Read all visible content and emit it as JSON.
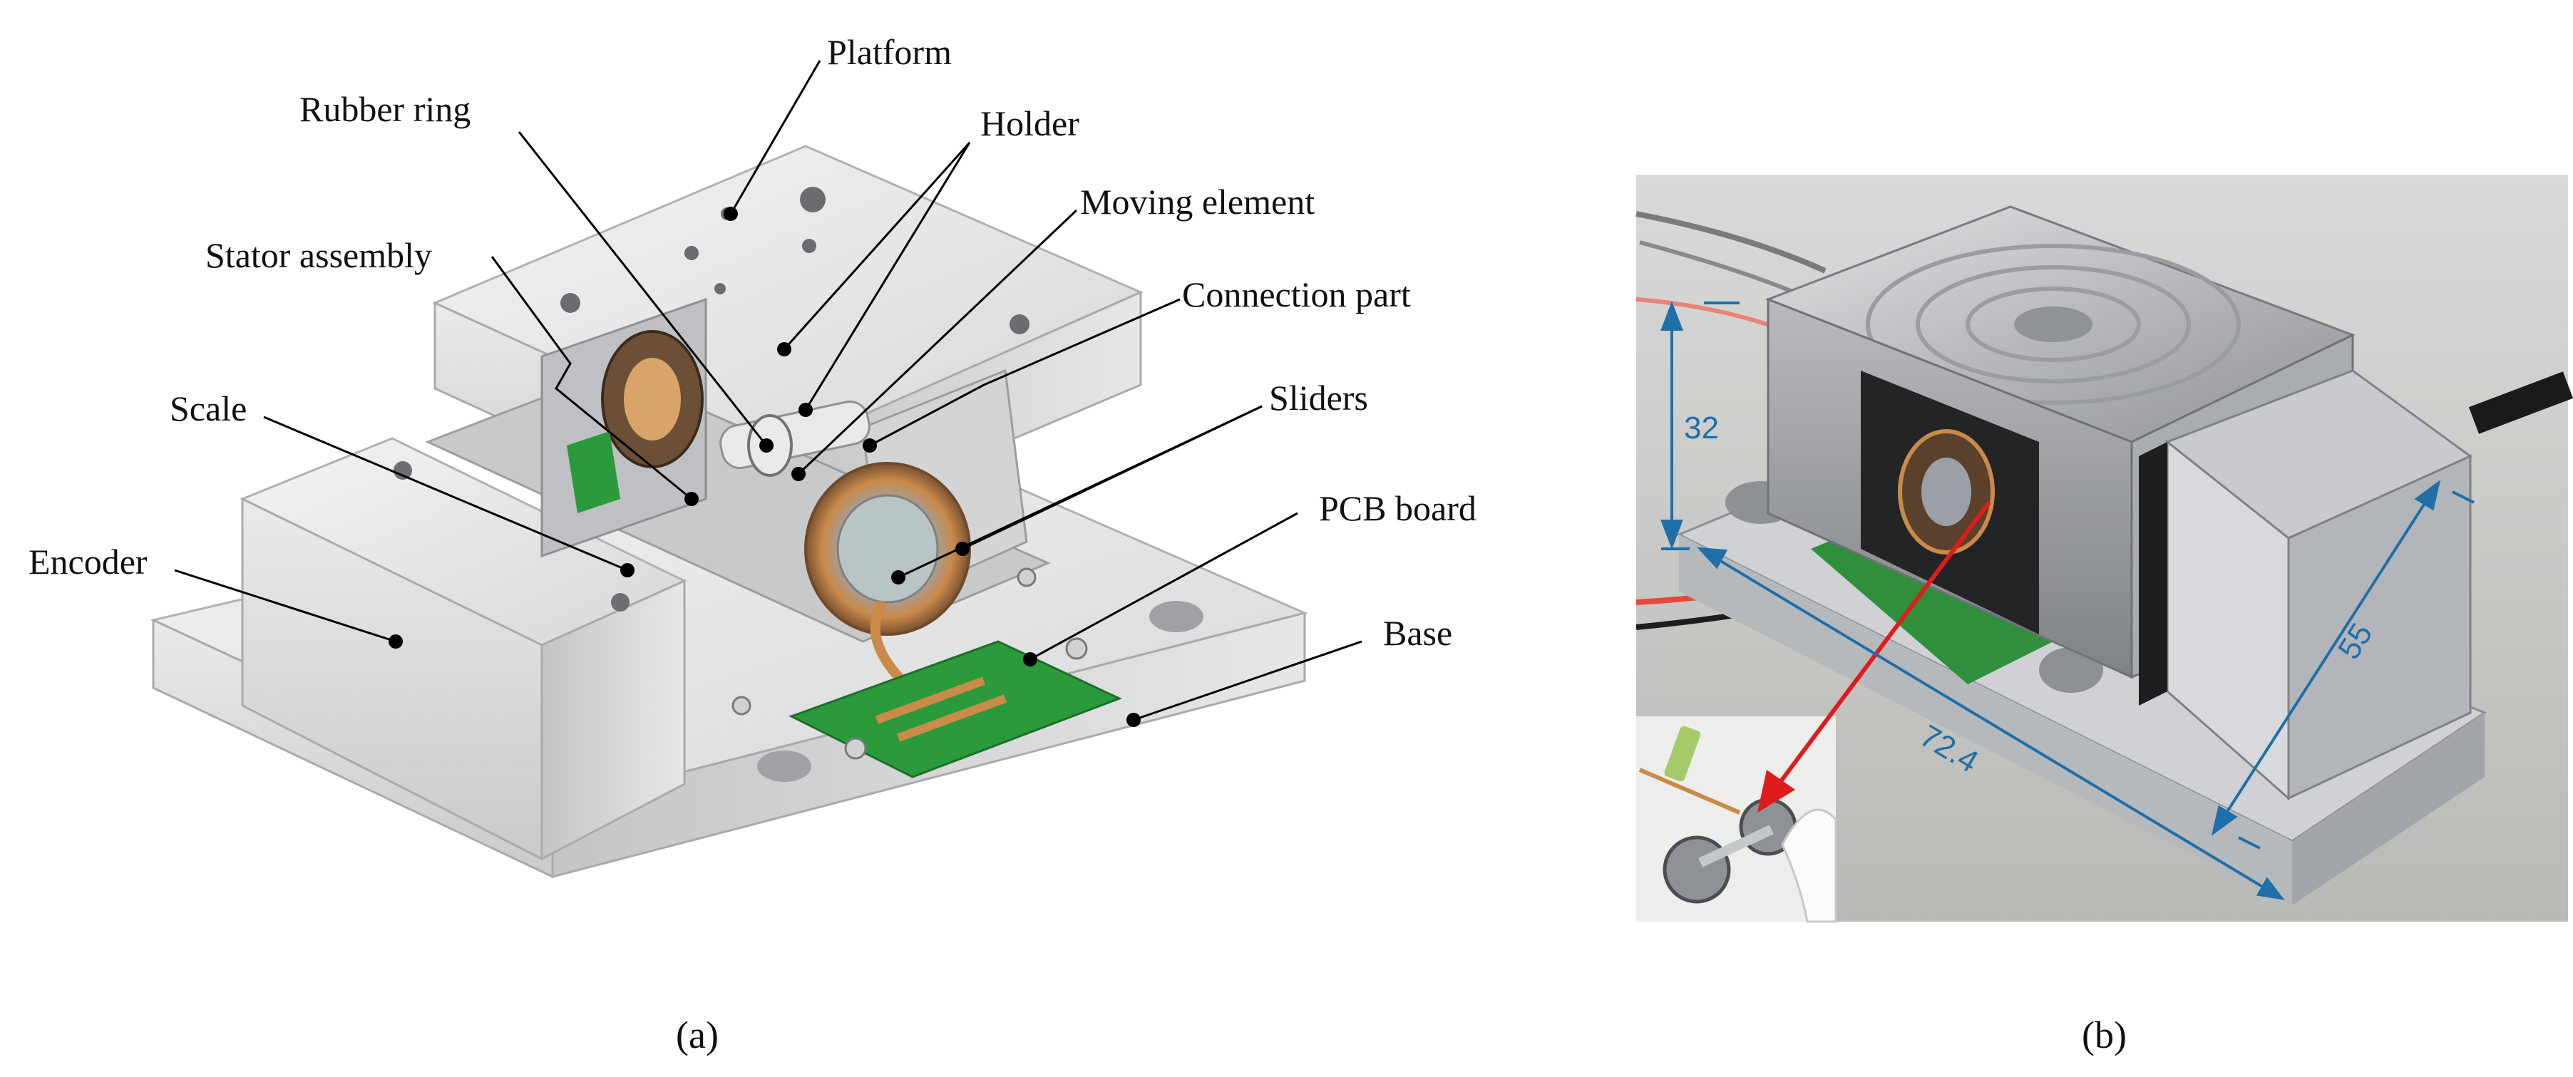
{
  "panel_a": {
    "labels": {
      "platform": "Platform",
      "rubber_ring": "Rubber ring",
      "holder": "Holder",
      "moving_element": "Moving element",
      "stator_assembly": "Stator assembly",
      "connection_part": "Connection part",
      "scale": "Scale",
      "sliders": "Sliders",
      "pcb_board": "PCB board",
      "encoder": "Encoder",
      "base": "Base"
    },
    "caption": "(a)"
  },
  "panel_b": {
    "dimensions": {
      "height": "32",
      "length": "72.4",
      "width": "55"
    },
    "caption": "(b)"
  },
  "colors": {
    "aluminium": "#d9dadb",
    "pcb_green": "#2a9a3a",
    "copper": "#c98a4a",
    "dimension_blue": "#1f6fa8",
    "arrow_red": "#e01b1b",
    "leader": "#000000"
  }
}
